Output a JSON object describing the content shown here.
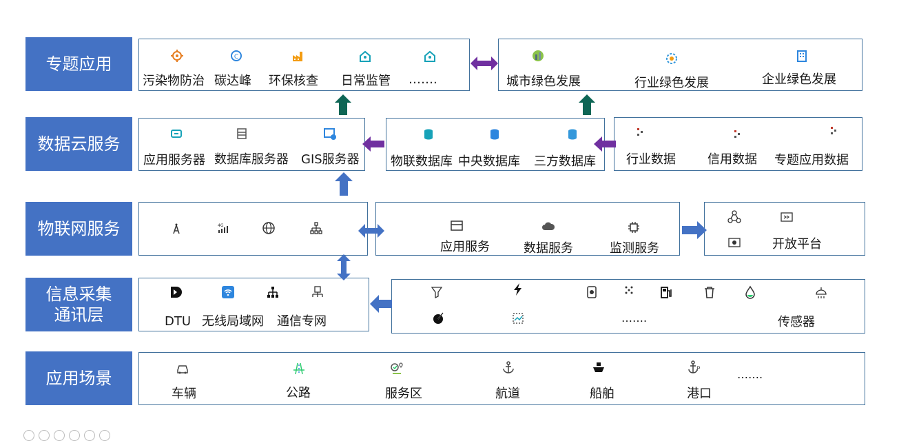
{
  "layers": {
    "topic": "专题应用",
    "cloud": "数据云服务",
    "iot": "物联网服务",
    "collect": "信息采集\n通讯层",
    "scene": "应用场景"
  },
  "topic_apps": [
    "污染物防治",
    "碳达峰",
    "环保核查",
    "日常监管",
    "……."
  ],
  "green": [
    "城市绿色发展",
    "行业绿色发展",
    "企业绿色发展"
  ],
  "servers": [
    "应用服务器",
    "数据库服务器",
    "GIS服务器"
  ],
  "databases": [
    "物联数据库",
    "中央数据库",
    "三方数据库"
  ],
  "data_sources": [
    "行业数据",
    "信用数据",
    "专题应用数据"
  ],
  "iot_services": [
    "应用服务",
    "数据服务",
    "监测服务"
  ],
  "open_platform": "开放平台",
  "comm": [
    "DTU",
    "无线局域网",
    "通信专网"
  ],
  "sensor": {
    "label": "传感器",
    "ellipsis": "……."
  },
  "scenes": [
    "车辆",
    "公路",
    "服务区",
    "航道",
    "船舶",
    "港口",
    "……."
  ],
  "colors": {
    "layer": "#4472c4",
    "arrow_blue": "#4472c4",
    "arrow_purple": "#7030a0",
    "arrow_green": "#0e6655"
  }
}
